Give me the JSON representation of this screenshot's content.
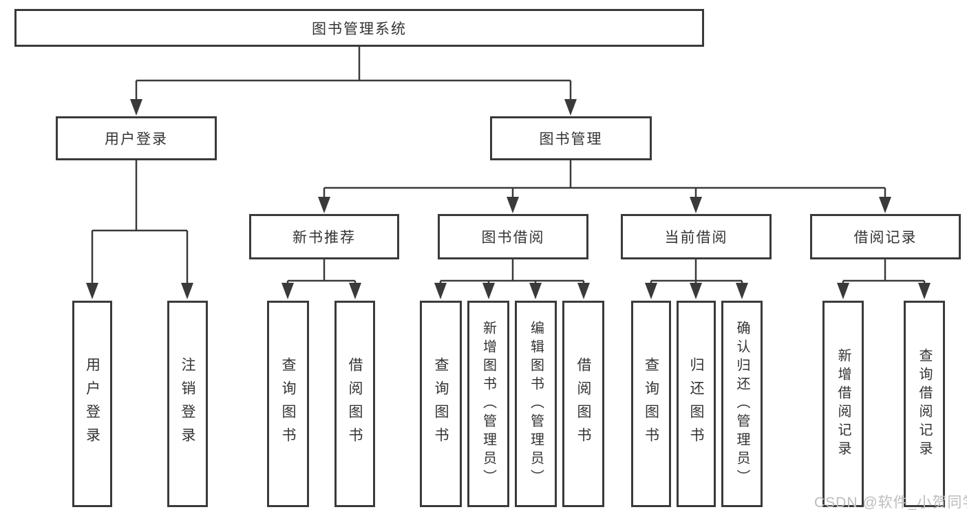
{
  "diagram": {
    "title": "图书管理系统",
    "level2": {
      "user_login": "用户登录",
      "book_mgmt": "图书管理"
    },
    "level3": {
      "new_book_rec": "新书推荐",
      "book_borrow": "图书借阅",
      "current_borrow": "当前借阅",
      "borrow_records": "借阅记录"
    },
    "level4": {
      "user_login": "用户登录",
      "logout": "注销登录",
      "nbr_query": "查询图书",
      "nbr_borrow": "借阅图书",
      "bb_query": "查询图书",
      "bb_add": "新增图书（管理员）",
      "bb_edit": "编辑图书（管理员）",
      "bb_borrow": "借阅图书",
      "cb_query": "查询图书",
      "cb_return": "归还图书",
      "cb_confirm": "确认归还（管理员）",
      "br_add": "新增借阅记录",
      "br_query": "查询借阅记录"
    }
  },
  "watermark": {
    "text": "CSDN @软件_小贺同学"
  },
  "colors": {
    "line": "#3a3a3a",
    "text": "#333333",
    "watermark": "#bcbcbc",
    "background": "#ffffff"
  }
}
